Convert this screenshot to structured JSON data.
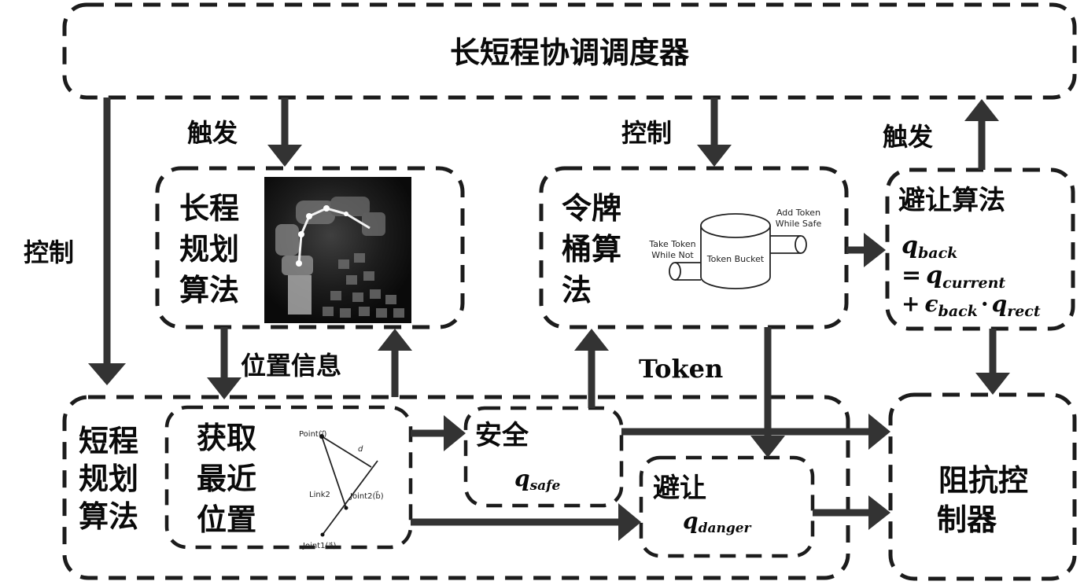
{
  "scheduler": {
    "title": "长短程协调调度器"
  },
  "edge_labels": {
    "trigger_left": "触发",
    "control_middle": "控制",
    "trigger_right": "触发",
    "control_left": "控制",
    "position_info": "位置信息",
    "token": "Token"
  },
  "long_range": {
    "title_lines": [
      "长程",
      "规划",
      "算法"
    ],
    "image_alt": "robot-arm-path-planning-render"
  },
  "token_bucket": {
    "title_lines": [
      "令牌",
      "桶算",
      "法"
    ],
    "bucket_label": "Token Bucket",
    "add_label_lines": [
      "Add Token",
      "While Safe"
    ],
    "take_label_lines": [
      "Take Token",
      "While Not"
    ]
  },
  "avoid_algorithm": {
    "title": "避让算法",
    "formula": {
      "line1_sym": "q",
      "line1_sub": "back",
      "line2_op": "=",
      "line2_sym": "q",
      "line2_sub": "current",
      "line3_op": "+",
      "line3_eps": "ϵ",
      "line3_eps_sub": "back",
      "line3_dot": "·",
      "line3_sym": "q",
      "line3_sub": "rect"
    }
  },
  "short_range": {
    "title_lines": [
      "短程",
      "规划",
      "算法"
    ]
  },
  "nearest": {
    "title_lines": [
      "获取",
      "最近",
      "位置"
    ],
    "geometry_labels": {
      "point": "Point(i⃗)",
      "d": "d",
      "link2": "Link2",
      "joint2": "Joint2(b⃗)",
      "joint1": "Joint1(a⃗)"
    }
  },
  "safe": {
    "title": "安全",
    "sym": "q",
    "sub": "safe"
  },
  "danger": {
    "title": "避让",
    "sym": "q",
    "sub": "danger"
  },
  "impedance": {
    "title_lines": [
      "阻抗控",
      "制器"
    ]
  }
}
